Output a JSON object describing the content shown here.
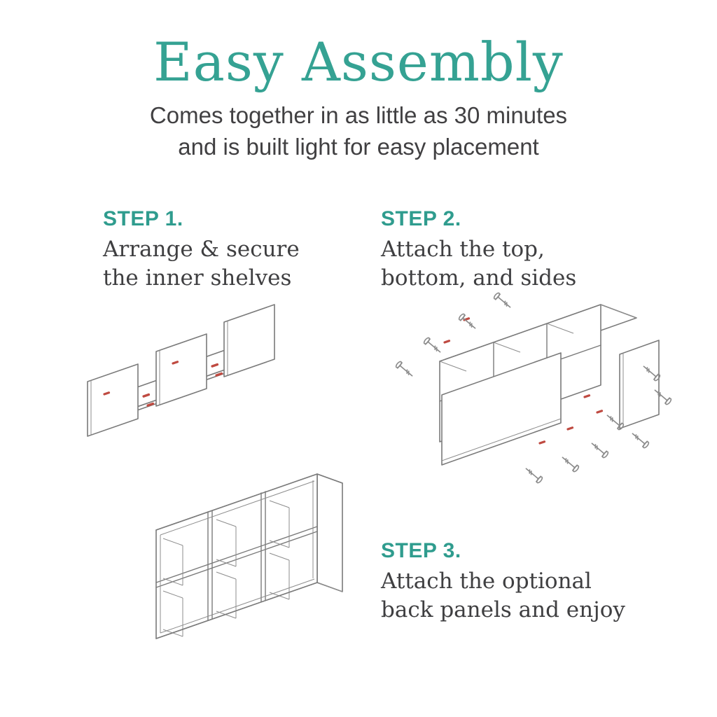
{
  "colors": {
    "teal": "#2f9c8e",
    "title_teal": "#35a293",
    "text_dark": "#414042",
    "serif_text": "#3f3f41",
    "line_gray": "#7a7a7a",
    "screw_red": "#bf4a41",
    "background": "#ffffff"
  },
  "header": {
    "title": "Easy Assembly",
    "subtitle_line1": "Comes together in as little as 30 minutes",
    "subtitle_line2": "and is built light for easy placement"
  },
  "steps": [
    {
      "label": "STEP 1.",
      "desc_line1": "Arrange & secure",
      "desc_line2": "the inner shelves",
      "illustration": "inner-shelves-exploded"
    },
    {
      "label": "STEP 2.",
      "desc_line1": "Attach the top,",
      "desc_line2": "bottom, and sides",
      "illustration": "frame-panels-with-screws"
    },
    {
      "label": "STEP 3.",
      "desc_line1": "Attach the optional",
      "desc_line2": "back panels and enjoy",
      "illustration": "finished-cube-organizer"
    }
  ]
}
